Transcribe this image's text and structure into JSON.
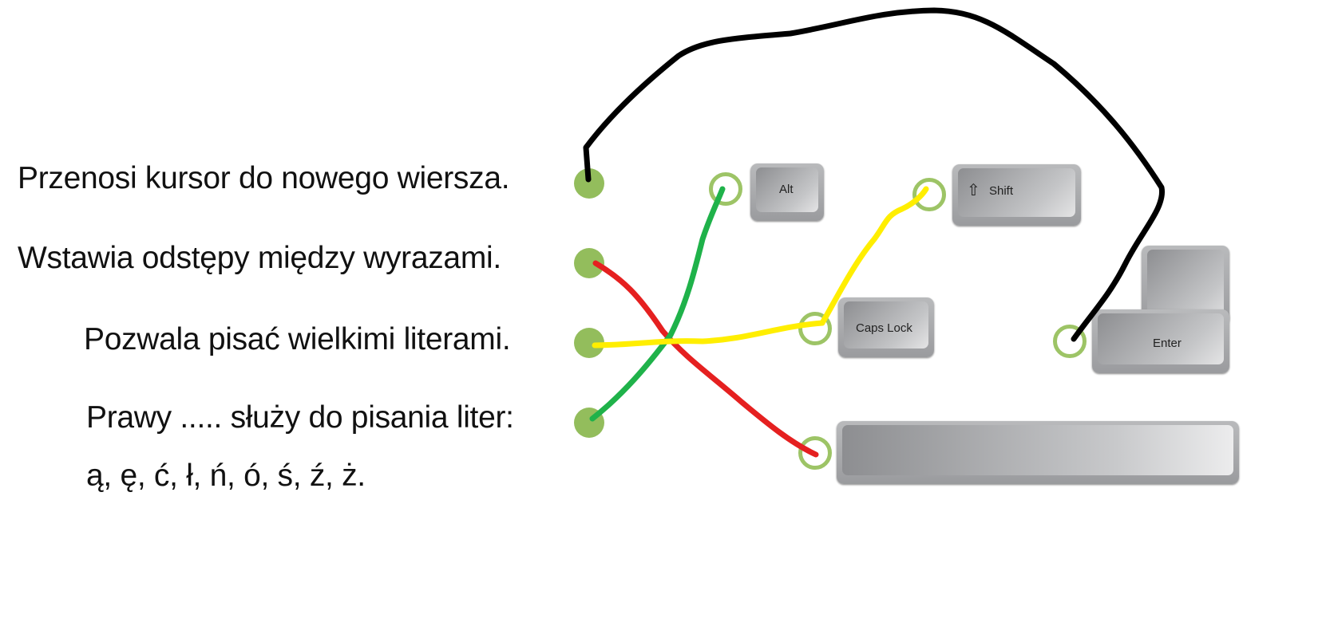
{
  "statements": [
    "Przenosi kursor do nowego wiersza.",
    "Wstawia odstępy między wyrazami.",
    "Pozwala pisać wielkimi literami.",
    "Prawy ..... służy do pisania liter:",
    "ą, ę, ć, ł, ń, ó, ś, ź, ż."
  ],
  "keys": {
    "alt": "Alt",
    "shift": "Shift",
    "caps": "Caps Lock",
    "enter": "Enter",
    "space": ""
  },
  "colors": {
    "dot": "#93bd5c",
    "line_enter": "#000000",
    "line_space": "#e52020",
    "line_caps": "#ffee00",
    "line_alt": "#1fb24a"
  }
}
